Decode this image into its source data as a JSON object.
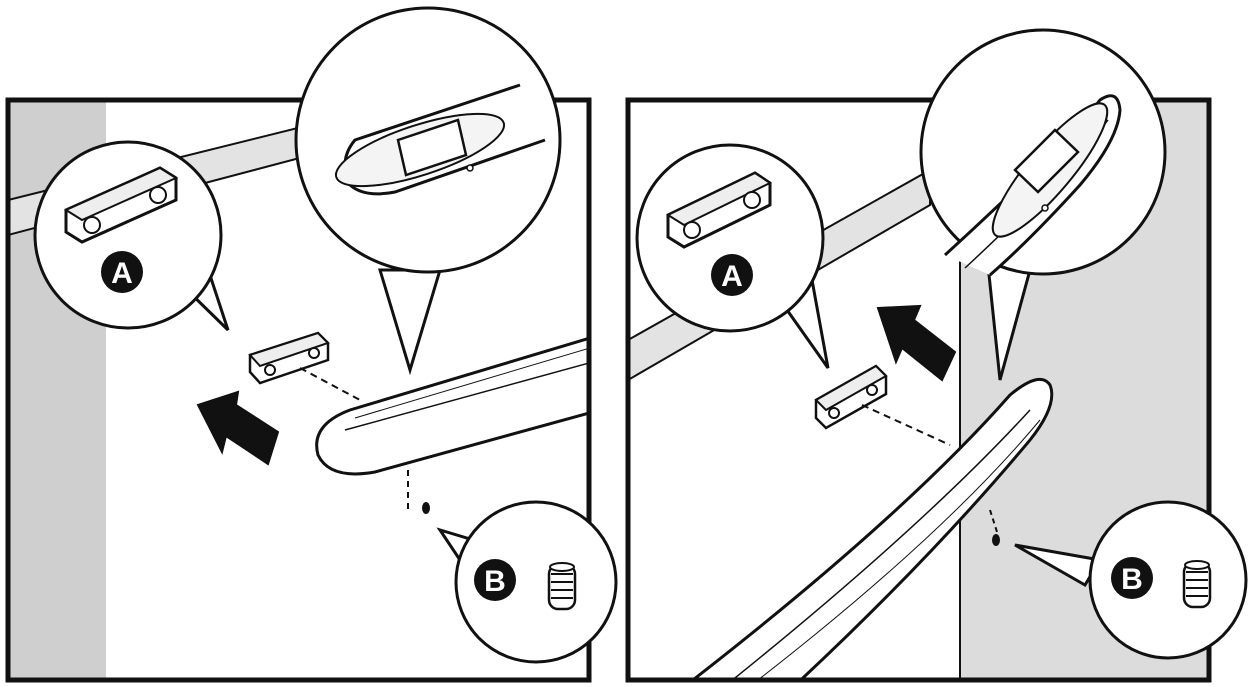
{
  "panels": [
    {
      "id": "left",
      "callout_a": "A",
      "callout_b": "B",
      "arrow": "push-left"
    },
    {
      "id": "right",
      "callout_a": "A",
      "callout_b": "B",
      "arrow": "push-up-left"
    }
  ],
  "colors": {
    "ink": "#111111",
    "wall_shade": "#cfcfcf",
    "panel_fill": "#ffffff",
    "accent_light": "#e3e3e3"
  }
}
